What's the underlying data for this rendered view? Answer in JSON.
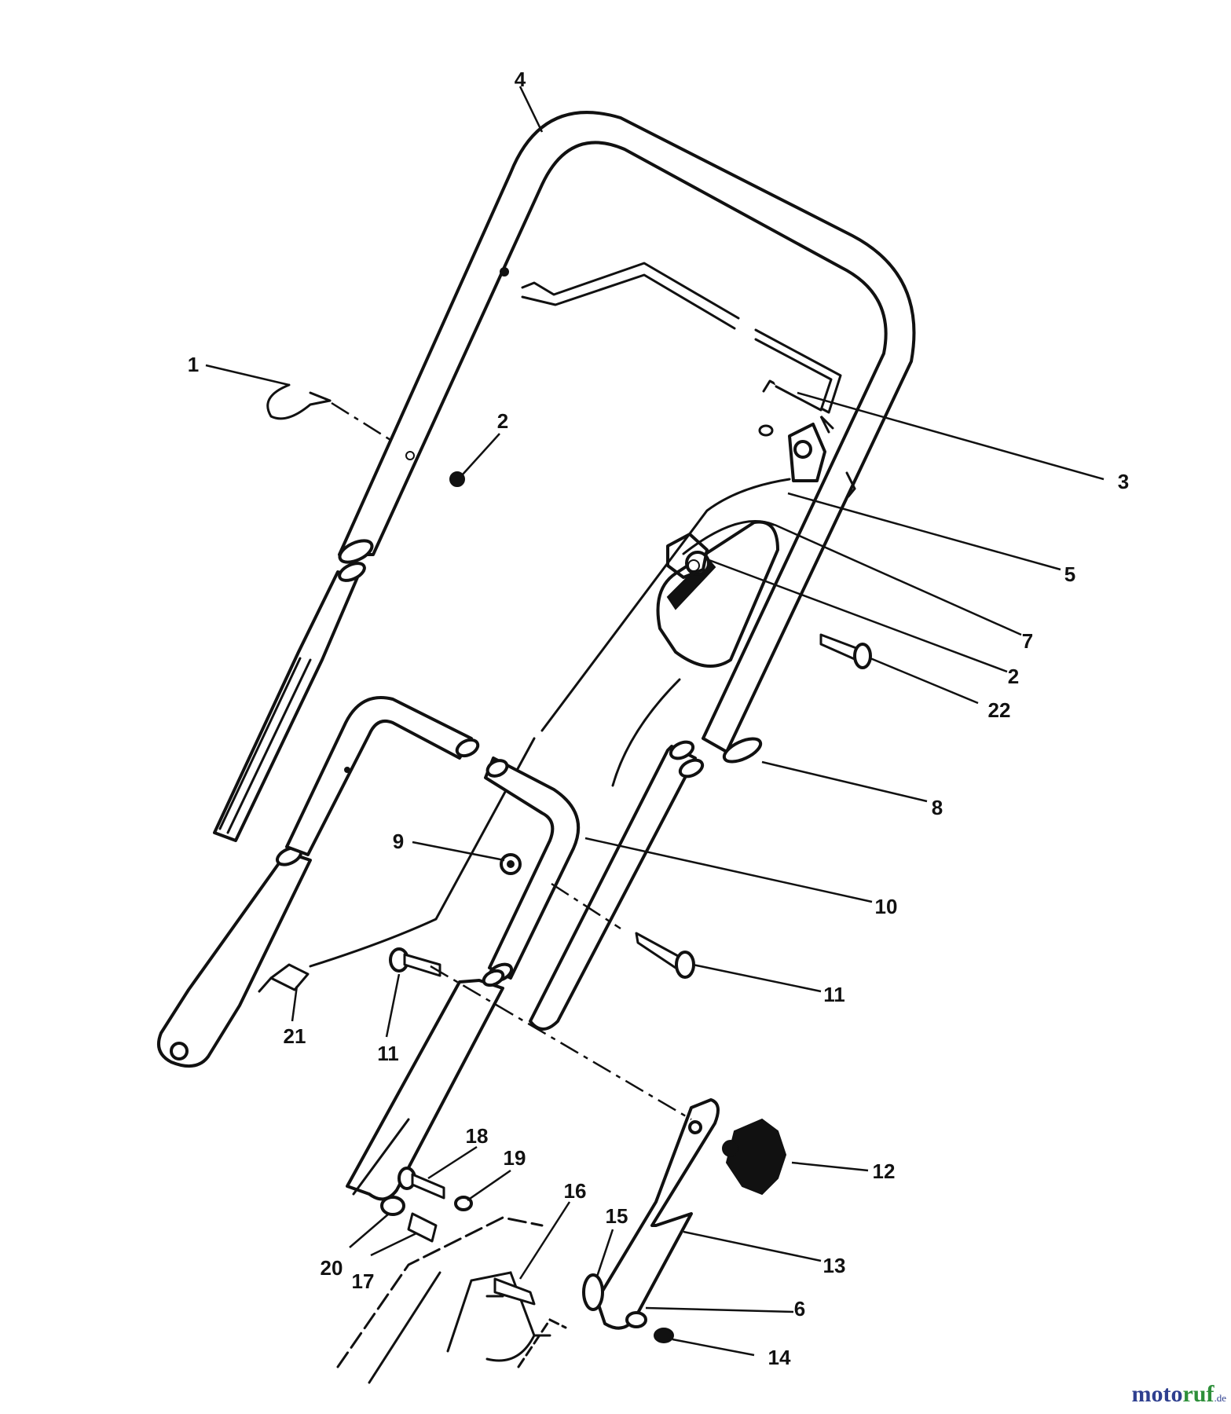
{
  "callouts": [
    {
      "id": "1",
      "label": "1"
    },
    {
      "id": "2a",
      "label": "2"
    },
    {
      "id": "3",
      "label": "3"
    },
    {
      "id": "4",
      "label": "4"
    },
    {
      "id": "5",
      "label": "5"
    },
    {
      "id": "7",
      "label": "7"
    },
    {
      "id": "2b",
      "label": "2"
    },
    {
      "id": "22",
      "label": "22"
    },
    {
      "id": "8",
      "label": "8"
    },
    {
      "id": "9",
      "label": "9"
    },
    {
      "id": "10",
      "label": "10"
    },
    {
      "id": "11a",
      "label": "11"
    },
    {
      "id": "11b",
      "label": "11"
    },
    {
      "id": "21",
      "label": "21"
    },
    {
      "id": "12",
      "label": "12"
    },
    {
      "id": "13",
      "label": "13"
    },
    {
      "id": "18",
      "label": "18"
    },
    {
      "id": "19",
      "label": "19"
    },
    {
      "id": "16",
      "label": "16"
    },
    {
      "id": "15",
      "label": "15"
    },
    {
      "id": "20",
      "label": "20"
    },
    {
      "id": "17",
      "label": "17"
    },
    {
      "id": "6",
      "label": "6"
    },
    {
      "id": "14",
      "label": "14"
    }
  ],
  "watermark": {
    "brand_main": "moto",
    "brand_accent": "ruf",
    "brand_tld": ".de"
  },
  "colors": {
    "line": "#111111",
    "background": "#ffffff",
    "brand_blue": "#2e3f8f",
    "brand_green": "#2e8f3a"
  }
}
